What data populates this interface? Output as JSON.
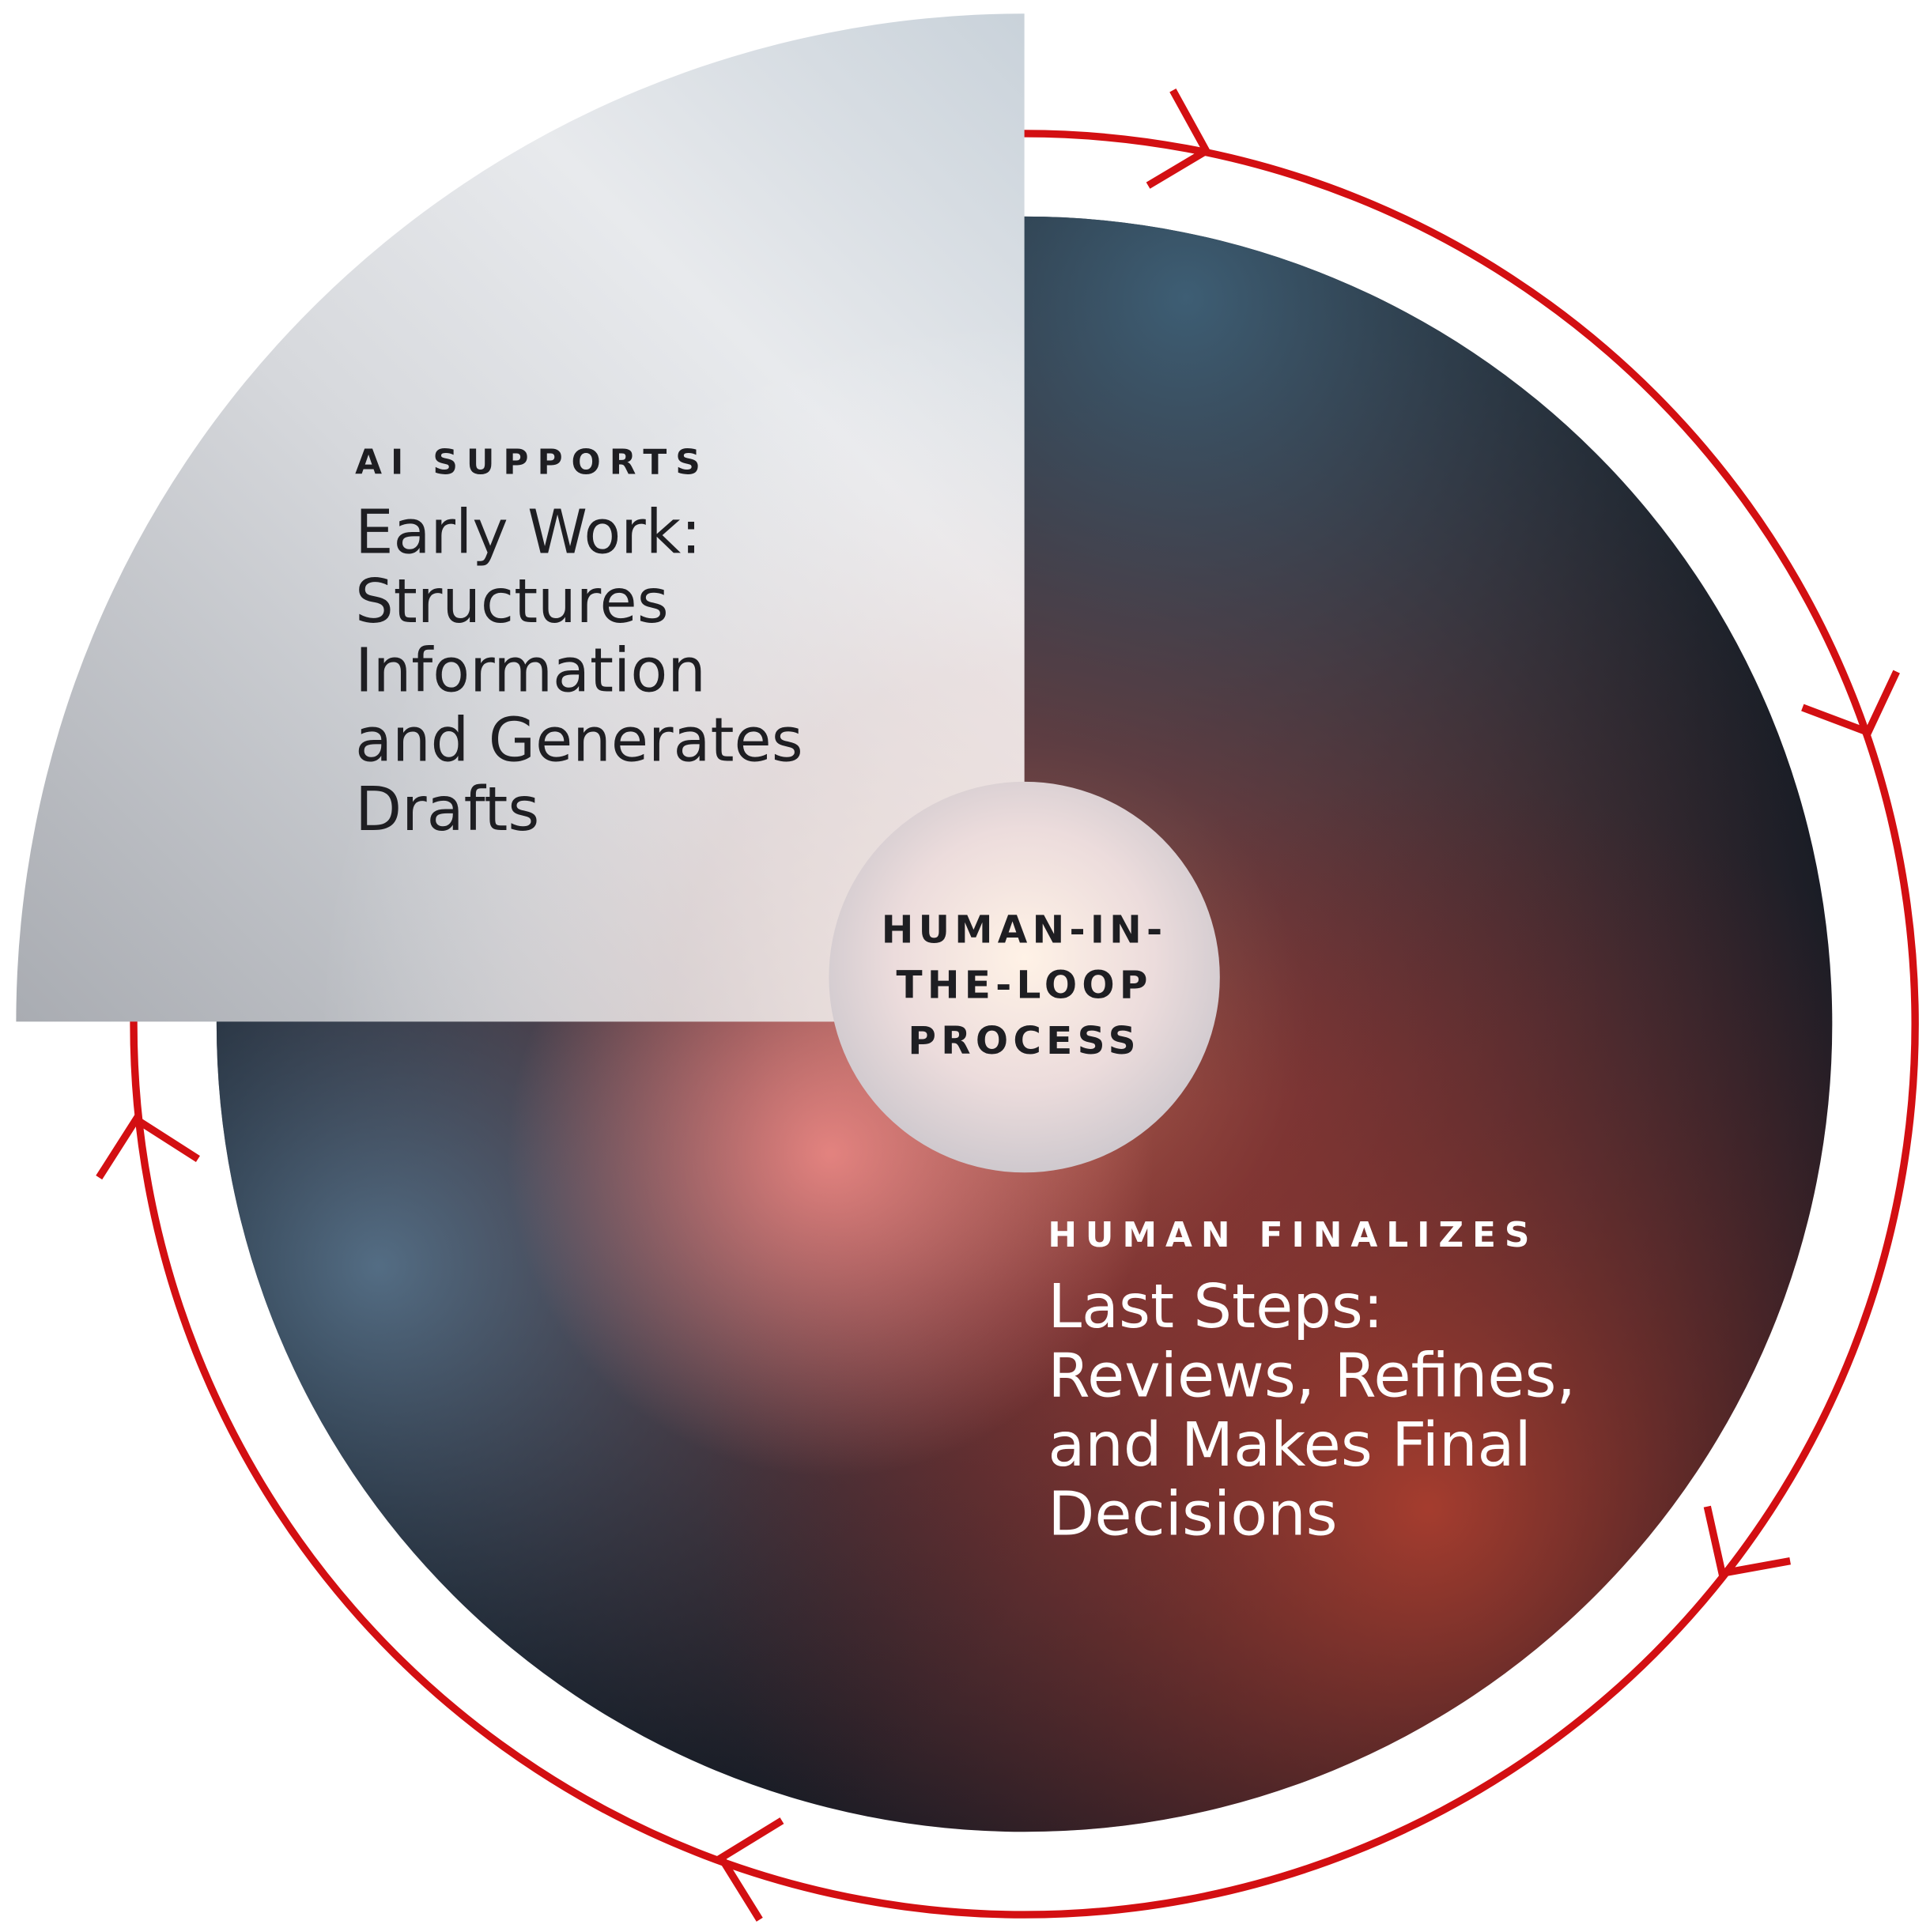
{
  "center": {
    "lines": [
      "HUMAN-IN-",
      "THE-LOOP",
      "PROCESS"
    ]
  },
  "ai_section": {
    "kicker": "AI SUPPORTS",
    "title_lines": [
      "Early Work:",
      "Structures",
      "Information",
      "and Generates",
      "Drafts"
    ]
  },
  "human_section": {
    "kicker": "HUMAN FINALIZES",
    "title_lines": [
      "Last Steps:",
      "Reviews, Refines,",
      "and Makes Final",
      "Decisions"
    ]
  },
  "colors": {
    "loop_ring": "#d30f12",
    "ai_text": "#1e1e22",
    "human_text": "#ffffff"
  }
}
